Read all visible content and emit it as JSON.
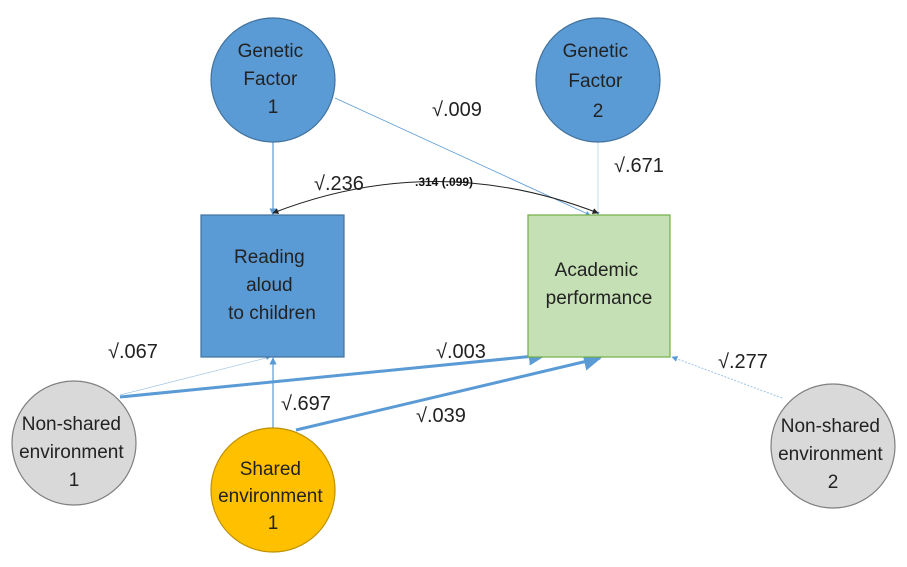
{
  "nodes": {
    "genetic1": {
      "lines": [
        "Genetic",
        "Factor",
        "1"
      ],
      "fill": "#5b9bd5",
      "stroke": "#41719c"
    },
    "genetic2": {
      "lines": [
        "Genetic",
        "Factor",
        "2"
      ],
      "fill": "#5b9bd5",
      "stroke": "#41719c"
    },
    "reading": {
      "lines": [
        "Reading",
        "aloud",
        "to children"
      ],
      "fill": "#5b9bd5",
      "stroke": "#41719c"
    },
    "academic": {
      "lines": [
        "Academic",
        "performance"
      ],
      "fill": "#c5e0b4",
      "stroke": "#70ad47"
    },
    "nonshared1": {
      "lines": [
        "Non-shared",
        "environment",
        "1"
      ],
      "fill": "#d9d9d9",
      "stroke": "#7f7f7f"
    },
    "shared1": {
      "lines": [
        "Shared",
        "environment",
        "1"
      ],
      "fill": "#ffc000",
      "stroke": "#bf9000"
    },
    "nonshared2": {
      "lines": [
        "Non-shared",
        "environment",
        "2"
      ],
      "fill": "#d9d9d9",
      "stroke": "#7f7f7f"
    }
  },
  "paths": {
    "g1_reading": ".236",
    "g1_academic": ".009",
    "g2_academic": ".671",
    "ns1_reading": ".067",
    "ns1_academic": ".003",
    "sh1_reading": ".697",
    "sh1_academic": ".039",
    "ns2_academic": ".277",
    "correlation": ".314 (.099)"
  },
  "colors": {
    "arrow": "#5b9bd5",
    "correlation_arrow": "#222222"
  }
}
